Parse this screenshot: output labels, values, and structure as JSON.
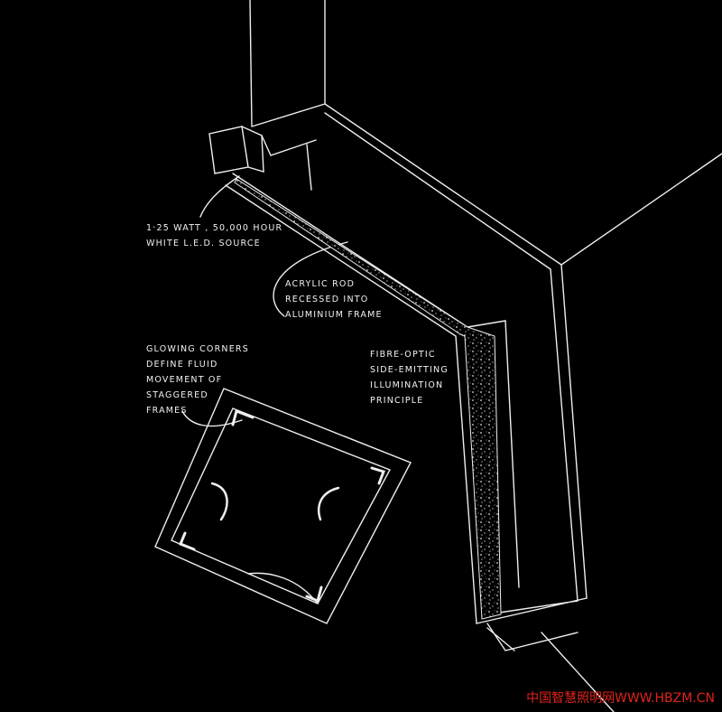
{
  "annotations": {
    "led_source": [
      "1·25 WATT , 50,000 HOUR",
      "WHITE L.E.D. SOURCE"
    ],
    "acrylic_rod": [
      "ACRYLIC ROD",
      "RECESSED INTO",
      "ALUMINIUM FRAME"
    ],
    "glowing_corners": [
      "GLOWING CORNERS",
      "DEFINE FLUID",
      "MOVEMENT OF",
      "STAGGERED",
      "FRAMES"
    ],
    "fibre_optic": [
      "FIBRE-OPTIC",
      "SIDE-EMITTING",
      "ILLUMINATION",
      "PRINCIPLE"
    ]
  },
  "watermark": "中国智慧照明网WWW.HBZM.CN",
  "colors": {
    "background": "#000000",
    "ink": "#f2f2f2",
    "watermark": "#e0241b"
  }
}
